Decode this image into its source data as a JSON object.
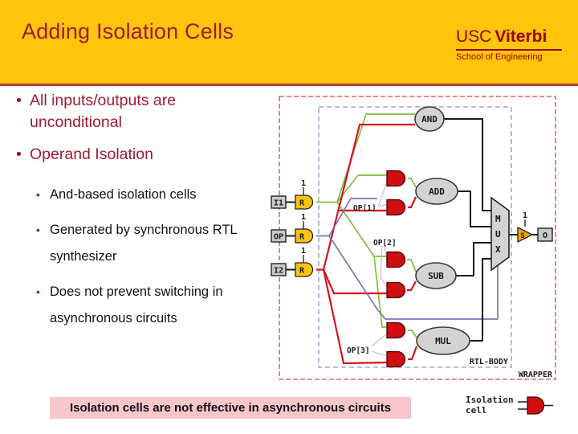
{
  "slide": {
    "title": "Adding Isolation Cells",
    "logo": {
      "usc": "USC",
      "viterbi": "Viterbi",
      "school": "School of Engineering"
    },
    "colors": {
      "header_gold": "#FFC40C",
      "cardinal": "#A01B30",
      "logo_red": "#990000",
      "callout_pink": "#F8C6CB"
    }
  },
  "bullets": {
    "level1": [
      "All inputs/outputs are unconditional",
      "Operand Isolation"
    ],
    "level2": [
      "And-based isolation cells",
      "Generated by synchronous RTL synthesizer",
      "Does not prevent switching in asynchronous circuits"
    ],
    "marker": "•"
  },
  "diagram": {
    "wrapper_label": "WRAPPER",
    "rtl_body_label": "RTL-BODY",
    "inputs": [
      "I1",
      "OP",
      "I2"
    ],
    "register_label": "R",
    "bus_width": "1",
    "op_select_labels": [
      "OP[1]",
      "OP[2]",
      "OP[3]"
    ],
    "units": [
      "AND",
      "ADD",
      "SUB",
      "MUL"
    ],
    "mux_label": "MUX",
    "select_label": "S",
    "output_label": "O",
    "colors": {
      "wire_i1": "#7FBF3F",
      "wire_i2": "#D6121F",
      "wire_op": "#7D74B5",
      "wire_enable": "#B8B4D6",
      "wire_data": "#1a1a1a",
      "isolation_cell_fill": "#CE0E10",
      "register_fill": "#FFC20E",
      "select_fill": "#F5A50A",
      "wrapper_border": "#C05046",
      "rtl_body_border": "#8A99B5"
    }
  },
  "callout": {
    "text": "Isolation cells are not effective in asynchronous circuits"
  },
  "legend": {
    "line1": "Isolation",
    "line2": "cell"
  }
}
